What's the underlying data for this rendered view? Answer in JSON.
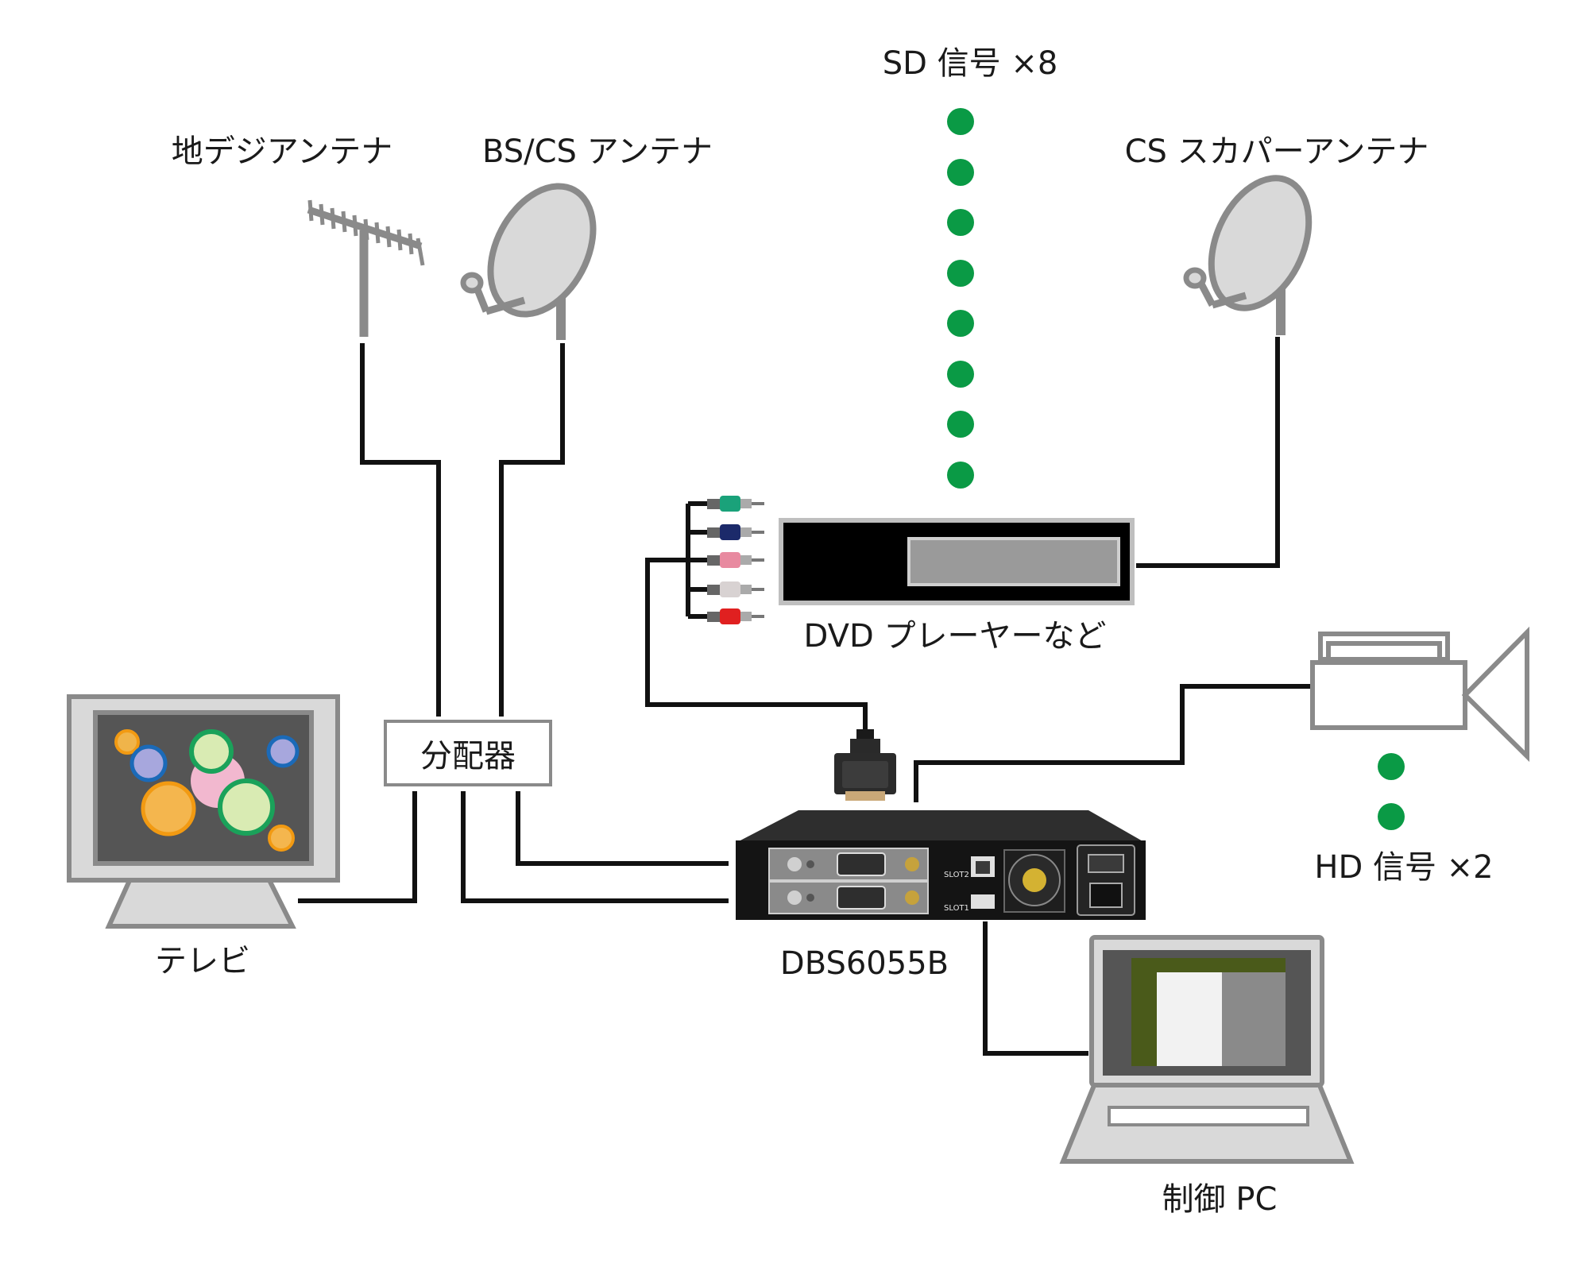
{
  "labels": {
    "terrestrial_antenna": "地デジアンテナ",
    "bscs_antenna": "BS/CS アンテナ",
    "sd_signal": "SD 信号 ×8",
    "cs_antenna": "CS スカパーアンテナ",
    "dvd_player": "DVD プレーヤーなど",
    "splitter": "分配器",
    "tv": "テレビ",
    "device": "DBS6055B",
    "hd_signal": "HD 信号 ×2",
    "control_pc": "制御 PC"
  },
  "device_panel": {
    "slot2": "SLOT2",
    "slot1": "SLOT1"
  },
  "colors": {
    "dot_green": "#0a9a45",
    "line": "#111111",
    "outline_gray": "#8a8a8a",
    "fill_gray": "#d9d9d9",
    "pc_sidebar": "#4a5a1a"
  },
  "counts": {
    "sd_dots": 8,
    "hd_dots": 2
  }
}
